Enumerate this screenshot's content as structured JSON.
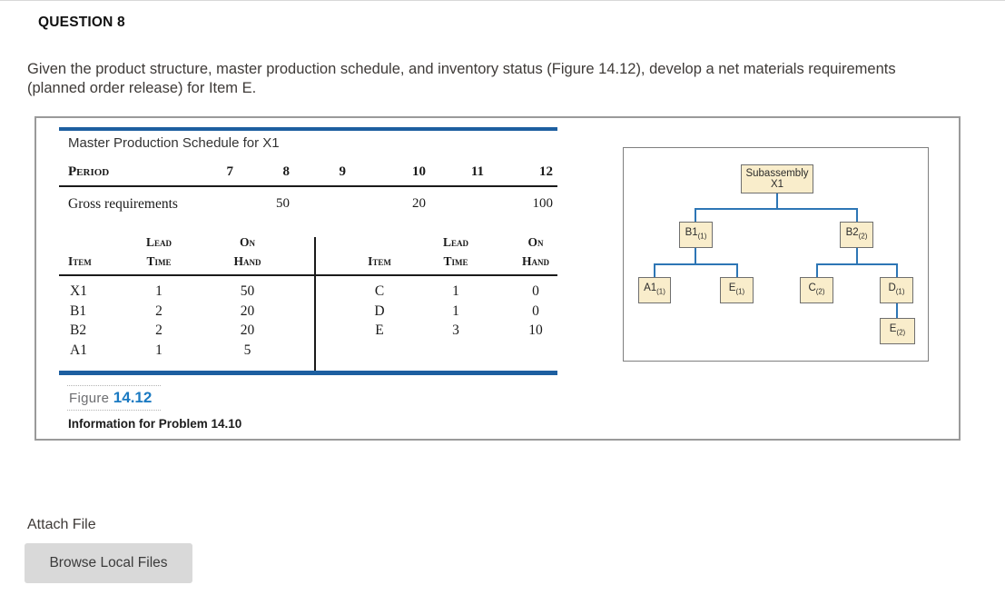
{
  "question": {
    "title": "QUESTION 8",
    "body": "Given the product structure, master production schedule, and inventory status (Figure 14.12), develop a net materials requirements (planned order release) for Item E."
  },
  "figure": {
    "mps": {
      "title": "Master Production Schedule for X1",
      "period_label": "Period",
      "periods": [
        "7",
        "8",
        "9",
        "10",
        "11",
        "12"
      ],
      "gross_label": "Gross requirements",
      "gross": [
        "",
        "50",
        "",
        "20",
        "",
        "100"
      ]
    },
    "inventory": {
      "headers": {
        "item": "Item",
        "lead1": "Lead",
        "lead2": "Time",
        "on1": "On",
        "on2": "Hand"
      },
      "left_rows": [
        [
          "X1",
          "1",
          "50"
        ],
        [
          "B1",
          "2",
          "20"
        ],
        [
          "B2",
          "2",
          "20"
        ],
        [
          "A1",
          "1",
          "5"
        ]
      ],
      "right_rows": [
        [
          "C",
          "1",
          "0"
        ],
        [
          "D",
          "1",
          "0"
        ],
        [
          "E",
          "3",
          "10"
        ]
      ]
    },
    "caption": {
      "figure_word": "Figure",
      "figure_number": "14.12",
      "subtitle": "Information for Problem 14.10"
    },
    "tree": {
      "root": {
        "line1": "Subassembly",
        "line2": "X1"
      },
      "nodes": {
        "b1": {
          "label": "B1",
          "sub": "(1)"
        },
        "b2": {
          "label": "B2",
          "sub": "(2)"
        },
        "a1": {
          "label": "A1",
          "sub": "(1)"
        },
        "e1": {
          "label": "E",
          "sub": "(1)"
        },
        "c": {
          "label": "C",
          "sub": "(2)"
        },
        "d": {
          "label": "D",
          "sub": "(1)"
        },
        "e2": {
          "label": "E",
          "sub": "(2)"
        }
      }
    }
  },
  "attach": {
    "label": "Attach File",
    "browse_button": "Browse Local Files"
  },
  "colors": {
    "accent_blue_bar": "#1d5fa0",
    "connector_blue": "#2d76b5",
    "node_fill": "#f9edcb",
    "figure_number_blue": "#1b7ac2",
    "button_gray": "#d9d9d9"
  }
}
